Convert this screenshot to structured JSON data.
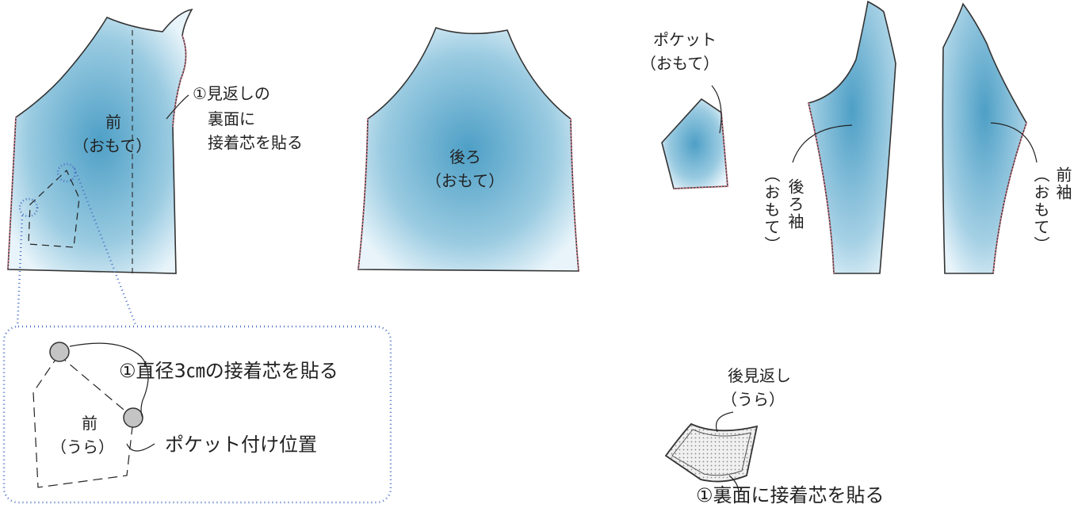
{
  "colors": {
    "fabric_center": "#5aa9cc",
    "fabric_edge": "#e6f3f9",
    "outline": "#333333",
    "zigzag": "#d07a8c",
    "dotted_callout": "#4a6fc4",
    "interfacing_circle": "#bdbdbd",
    "facing_fill": "#e9e9e9"
  },
  "pieces": {
    "front_name": "前",
    "front_side": "（おもて）",
    "back_name": "後ろ",
    "back_side": "（おもて）",
    "pocket_name": "ポケット",
    "pocket_side": "（おもて）",
    "back_sleeve_name": "後ろ袖",
    "back_sleeve_side": "（おもて）",
    "front_sleeve_name": "前袖",
    "front_sleeve_side": "（おもて）",
    "back_facing_name": "後見返し",
    "back_facing_side": "（うら）"
  },
  "notes": {
    "facing_line1": "①見返しの",
    "facing_line2": "裏面に",
    "facing_line3": "接着芯を貼る",
    "detail_interfacing": "①直径3㎝の接着芯を貼る",
    "detail_pocket_position": "ポケット付け位置",
    "back_facing_note": "①裏面に接着芯を貼る"
  },
  "detail": {
    "front_name": "前",
    "front_side": "（うら）"
  }
}
